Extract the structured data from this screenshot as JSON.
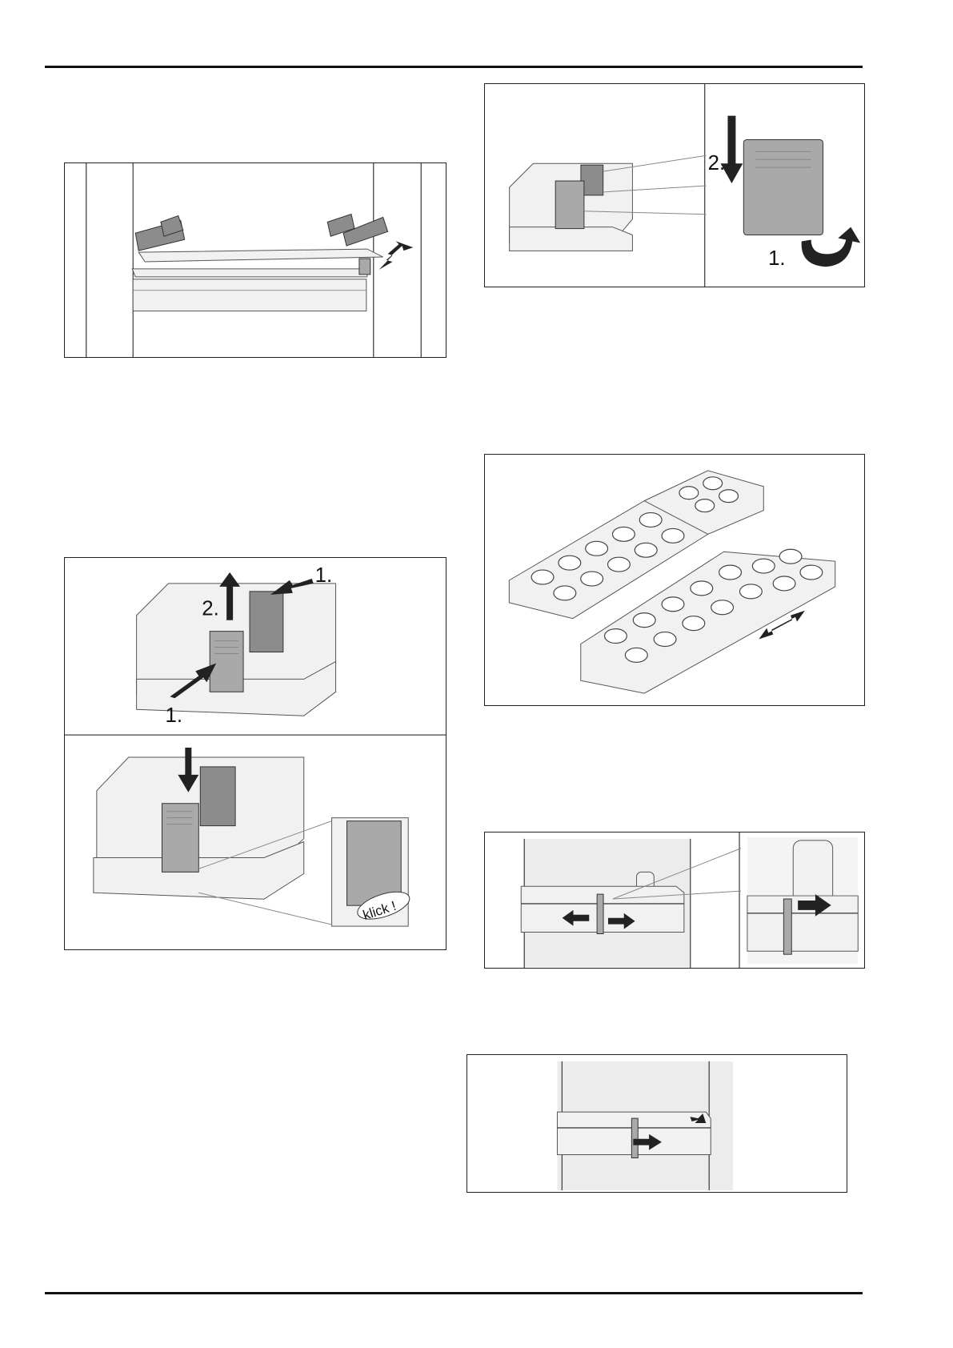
{
  "figures": {
    "fig1": {
      "labels": []
    },
    "fig2": {
      "step_1": "1.",
      "step_2": "2."
    },
    "fig3": {
      "step_1_top": "1.",
      "step_2": "2.",
      "step_1_bottom": "1.",
      "klick": "klick !"
    },
    "fig4": {
      "labels": []
    },
    "fig5": {
      "labels": []
    },
    "fig6": {
      "labels": []
    }
  }
}
